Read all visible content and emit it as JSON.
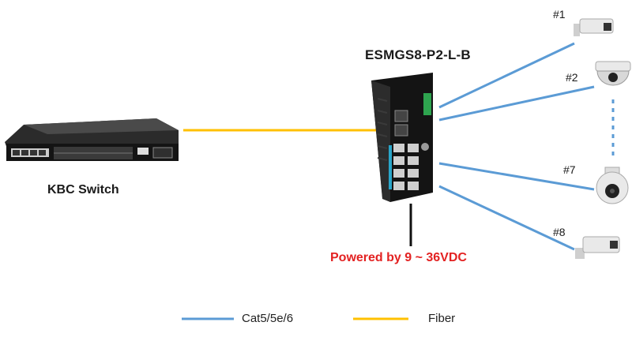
{
  "device": {
    "title": "ESMGS8-P2-L-B"
  },
  "core_switch": {
    "label": "KBC Switch"
  },
  "power": {
    "label": "Powered by 9 ~ 36VDC",
    "color": "#e32222"
  },
  "cameras": [
    {
      "label": "#1",
      "icon": "bullet-camera-icon"
    },
    {
      "label": "#2",
      "icon": "dome-camera-icon"
    },
    {
      "label": "#7",
      "icon": "ptz-camera-icon"
    },
    {
      "label": "#8",
      "icon": "bullet-camera-icon"
    }
  ],
  "legend": {
    "copper": {
      "label": "Cat5/5e/6",
      "color": "#5b9bd5"
    },
    "fiber": {
      "label": "Fiber",
      "color": "#ffc000"
    }
  }
}
